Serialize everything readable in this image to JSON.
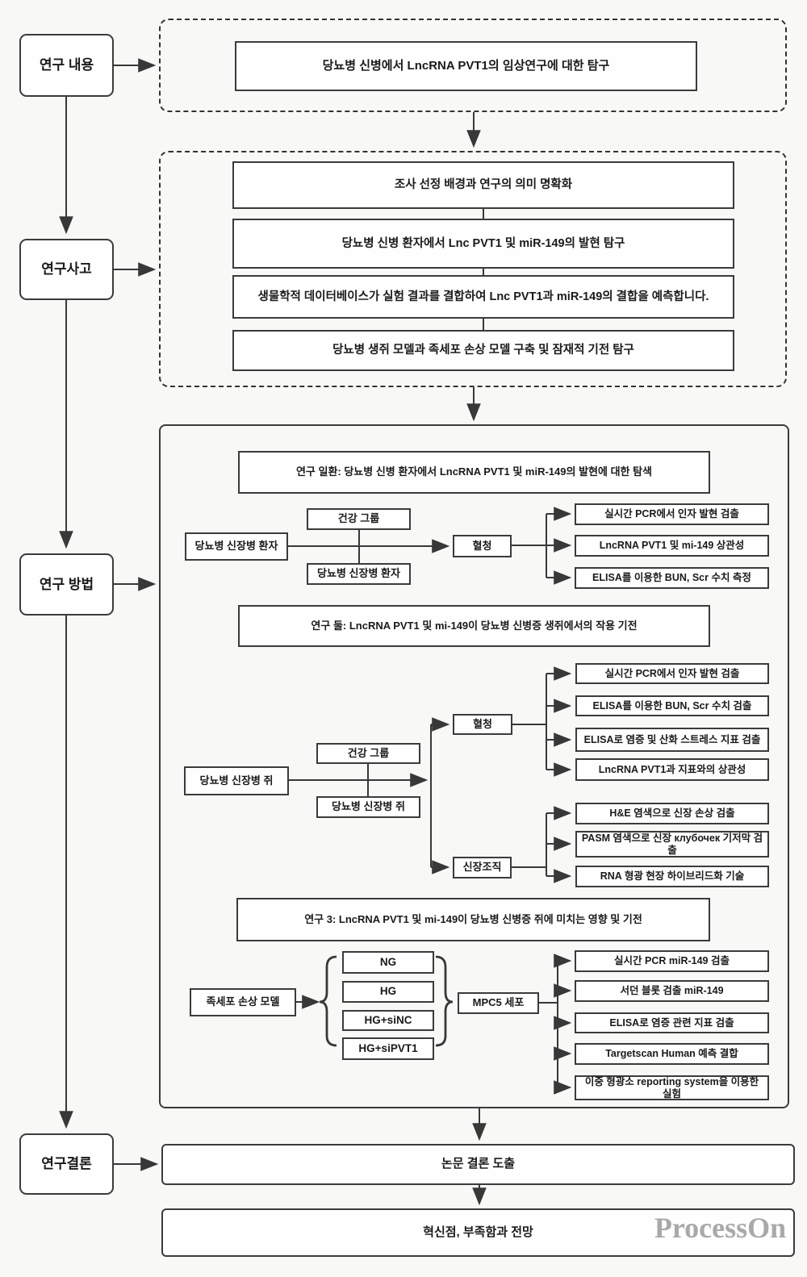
{
  "sidebar": {
    "content": "연구 내용",
    "thinking": "연구사고",
    "method": "연구 방법",
    "conclusion": "연구결론"
  },
  "overview": {
    "main_box": "당뇨병 신병에서 LncRNA PVT1의 임상연구에 대한 탐구"
  },
  "thinking": {
    "items": [
      "조사 선정 배경과 연구의 의미 명확화",
      "당뇨병 신병 환자에서 Lnc PVT1 및 miR-149의 발현 탐구",
      "생물학적 데이터베이스가 실험 결과를 결합하여 Lnc PVT1과 miR-149의 결합을 예측합니다.",
      "당뇨병 생쥐 모델과 족세포 손상 모델 구축 및 잠재적 기전 탐구"
    ]
  },
  "methods": {
    "study1": {
      "title": "연구 일환: 당뇨병 신병 환자에서 LncRNA PVT1 및 miR-149의 발현에 대한 탐색",
      "source": "당뇨병 신장병 환자",
      "group_top": "건강 그룹",
      "group_bottom": "당뇨병 신장병 환자",
      "sample": "혈청",
      "results": [
        "실시간 PCR에서 인자 발현 검출",
        "LncRNA PVT1 및 mi-149 상관성",
        "ELISA를 이용한 BUN, Scr 수치 측정"
      ]
    },
    "study2": {
      "title": "연구 둘: LncRNA PVT1 및 mi-149이 당뇨병 신병증 생쥐에서의 작용 기전",
      "source": "당뇨병 신장병 쥐",
      "group_top": "건강 그룹",
      "group_bottom": "당뇨병 신장병 쥐",
      "sample_serum": "혈청",
      "sample_tissue": "신장조직",
      "serum_results": [
        "실시간 PCR에서 인자 발현 검출",
        "ELISA를 이용한 BUN, Scr 수치 검출",
        "ELISA로 염증 및 산화 스트레스 지표 검출",
        "LncRNA PVT1과 지표와의 상관성"
      ],
      "tissue_results": [
        "H&E 염색으로 신장 손상 검출",
        "PASM 염색으로 신장 клубочек 기저막 검출",
        "RNA 형광 현장 하이브리드화 기술"
      ]
    },
    "study3": {
      "title": "연구 3: LncRNA PVT1 및 mi-149이 당뇨병 신병증 쥐에 미치는 영향 및 기전",
      "source": "족세포 손상 모델",
      "groups": [
        "NG",
        "HG",
        "HG+siNC",
        "HG+siPVT1"
      ],
      "cell": "MPC5 세포",
      "results": [
        "실시간 PCR miR-149 검출",
        "서던 블롯 검출 miR-149",
        "ELISA로 염증 관련 지표 검출",
        "Targetscan Human 예측 결합",
        "이중 형광소 reporting system을 이용한 실험"
      ]
    }
  },
  "footer": {
    "conclusion_box": "논문 결론 도출",
    "outlook_box": "혁신점, 부족함과 전망",
    "watermark": "ProcessOn"
  }
}
